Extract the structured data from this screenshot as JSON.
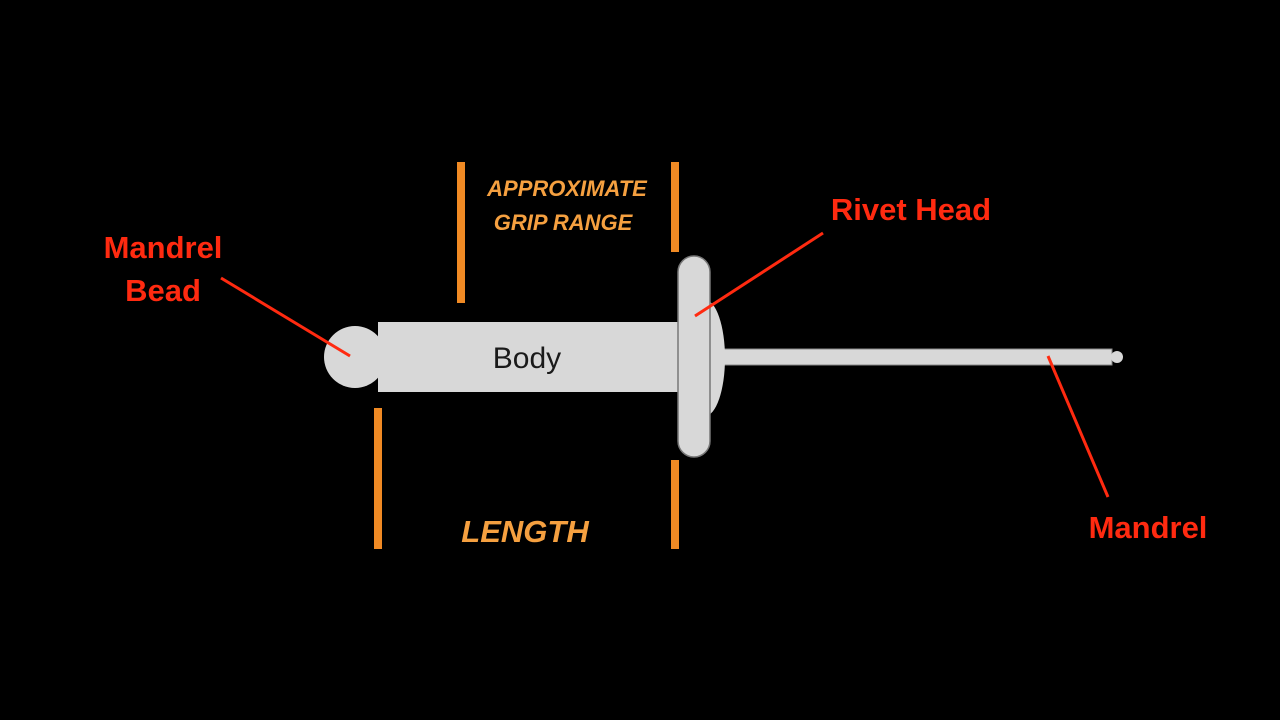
{
  "diagram": {
    "labels": {
      "mandrel_bead_line1": "Mandrel",
      "mandrel_bead_line2": "Bead",
      "rivet_head": "Rivet Head",
      "mandrel": "Mandrel",
      "body": "Body",
      "grip_range_line1": "APPROXIMATE",
      "grip_range_line2": "GRIP RANGE",
      "length": "LENGTH"
    },
    "colors": {
      "background": "#000000",
      "part_fill": "#d8d8d8",
      "callout_red": "#ff2a10",
      "dimension_orange": "#f5a040",
      "body_text": "#1a1a1a"
    }
  }
}
